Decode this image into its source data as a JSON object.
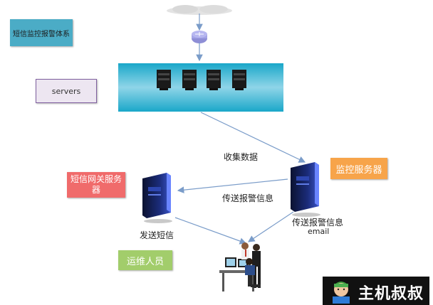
{
  "title": "短信监控报警体系",
  "servers_label": "servers",
  "sms_gateway": "短信网关服务器",
  "monitor_server": "监控服务器",
  "ops_staff": "运维人员",
  "edge_collect": "收集数据",
  "edge_alarm": "传送报警信息",
  "edge_send_sms": "发送短信",
  "edge_alarm_email_line1": "传送报警信息",
  "edge_alarm_email_line2": "email",
  "logo_text": "主机叔叔",
  "colors": {
    "title_box": "#4bacc6",
    "sms_gateway": "#f06b6b",
    "monitor_server": "#f7a44a",
    "ops_staff": "#a2cd6b",
    "arrow": "#7a9cc9"
  }
}
